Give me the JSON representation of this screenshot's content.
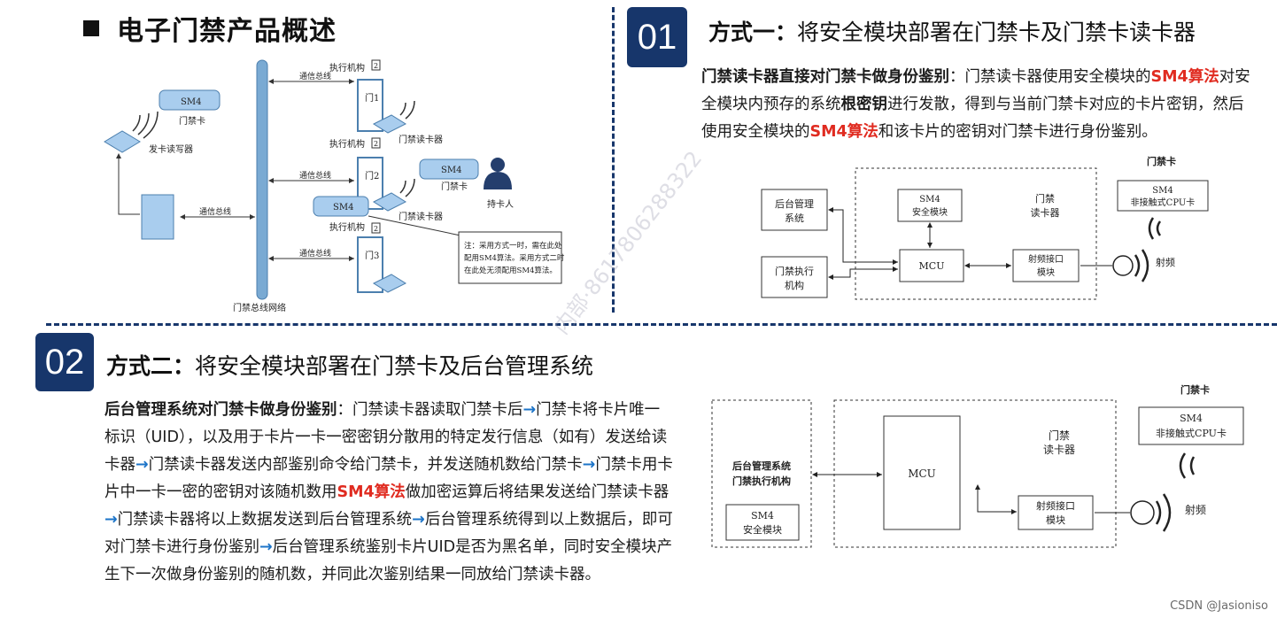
{
  "main_title": "电子门禁产品概述",
  "section1": {
    "number": "01",
    "title_bold": "方式一：",
    "title_rest": "将安全模块部署在门禁卡及门禁卡读卡器",
    "para": {
      "lead": "门禁读卡器直接对门禁卡做身份鉴别",
      "t1": "：门禁读卡器使用安全模块的",
      "r1": "SM4算法",
      "t2": "对安全模块内预存的系统",
      "b1": "根密钥",
      "t3": "进行发散，得到与当前门禁卡对应的卡片密钥，然后使用安全模块的",
      "r2": "SM4算法",
      "t4": "和该卡片的密钥对门禁卡进行身份鉴别。"
    }
  },
  "section2": {
    "number": "02",
    "title_bold": "方式二：",
    "title_rest": "将安全模块部署在门禁卡及后台管理系统",
    "para": {
      "lead": "后台管理系统对门禁卡做身份鉴别",
      "t1": "：门禁读卡器读取门禁卡后",
      "a": "→",
      "t2": "门禁卡将卡片唯一标识（UID），以及用于卡片一卡一密密钥分散用的特定发行信息（如有）发送给读卡器",
      "t3": "门禁读卡器发送内部鉴别命令给门禁卡，并发送随机数给门禁卡",
      "t4": "门禁卡用卡片中一卡一密的密钥对该随机数用",
      "r1": "SM4算法",
      "t5": "做加密运算后将结果发送给门禁读卡器",
      "t6": "门禁读卡器将以上数据发送到后台管理系统",
      "t7": "后台管理系统得到以上数据后，即可对门禁卡进行身份鉴别",
      "t8": "后台管理系统鉴别卡片UID是否为黑名单，同时安全模块产生下一次做身份鉴别的随机数，并同此次鉴别结果一同放给门禁读卡器。"
    }
  },
  "network_diagram": {
    "exec_label": "执行机构",
    "bus_label": "通信总线",
    "network_label": "门禁总线网络",
    "sm4": "SM4",
    "card": "门禁卡",
    "writer": "发卡读写器",
    "reader": "门禁读卡器",
    "holder": "持卡人",
    "door1": "门1",
    "door2": "门2",
    "door3": "门3",
    "badge": "2",
    "note": [
      "注：采用方式一时，需在此处",
      "配用SM4算法。采用方式二时",
      "在此处无须配用SM4算法。"
    ]
  },
  "diagram1": {
    "backend": [
      "后台管理",
      "系统"
    ],
    "exec": [
      "门禁执行",
      "机构"
    ],
    "sm4_module": [
      "SM4",
      "安全模块"
    ],
    "reader": [
      "门禁",
      "读卡器"
    ],
    "mcu": "MCU",
    "rf": [
      "射频接口",
      "模块"
    ],
    "card_title": "门禁卡",
    "card": [
      "SM4",
      "非接触式CPU卡"
    ],
    "rf_label": "射频"
  },
  "diagram2": {
    "backend": [
      "后台管理系统",
      "门禁执行机构"
    ],
    "sm4_module": [
      "SM4",
      "安全模块"
    ],
    "mcu": "MCU",
    "reader": [
      "门禁",
      "读卡器"
    ],
    "rf": [
      "射频接口",
      "模块"
    ],
    "card_title": "门禁卡",
    "card": [
      "SM4",
      "非接触式CPU卡"
    ],
    "rf_label": "射频"
  },
  "watermark": "内部·8617806288322",
  "footer": "CSDN @Jasioniso"
}
